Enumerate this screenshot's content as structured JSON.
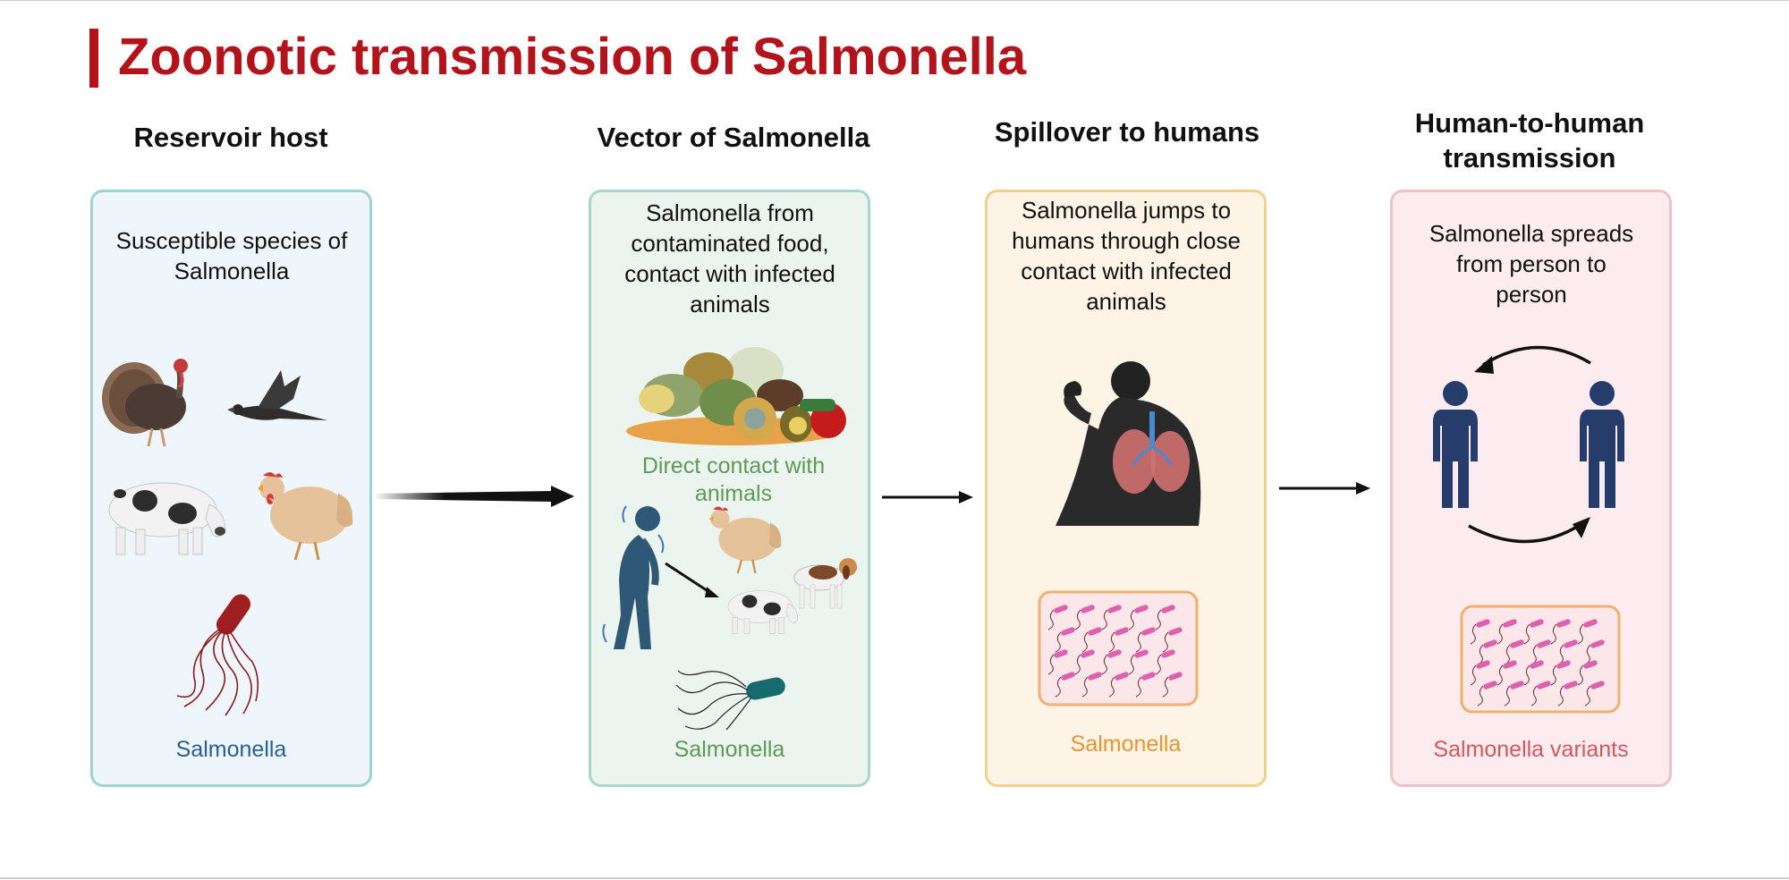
{
  "title": "Zoonotic transmission of Salmonella",
  "stages": [
    {
      "heading": "Reservoir host",
      "description": "Susceptible species of  Salmonella",
      "caption": "Salmonella",
      "caption_color": "#2a5f96"
    },
    {
      "heading": "Vector of Salmonella",
      "description": "Salmonella from contaminated food, contact with infected animals",
      "sub_label": "Direct contact with animals",
      "caption": "Salmonella",
      "caption_color": "#5e9a56"
    },
    {
      "heading": "Spillover to humans",
      "description": "Salmonella jumps to humans through close contact with infected animals",
      "caption": "Salmonella",
      "caption_color": "#e89430"
    },
    {
      "heading": "Human-to-human transmission",
      "description": "Salmonella spreads from person to person",
      "caption": "Salmonella variants",
      "caption_color": "#d4585e"
    }
  ],
  "colors": {
    "title": "#b3141c",
    "panel1_bg": "#eef6fb",
    "panel2_bg": "#ecf4ef",
    "panel3_bg": "#fdf4e6",
    "panel4_bg": "#fcecef",
    "person_figure": "#263d6b",
    "bacteria": "#e060b0"
  },
  "icons": [
    "turkey-icon",
    "crow-icon",
    "cow-icon",
    "chicken-icon",
    "salmonella-bacterium-icon",
    "food-pile-icon",
    "dizzy-person-icon",
    "dog-icon",
    "coughing-human-lungs-icon",
    "person-icon",
    "bacteria-culture-icon"
  ]
}
